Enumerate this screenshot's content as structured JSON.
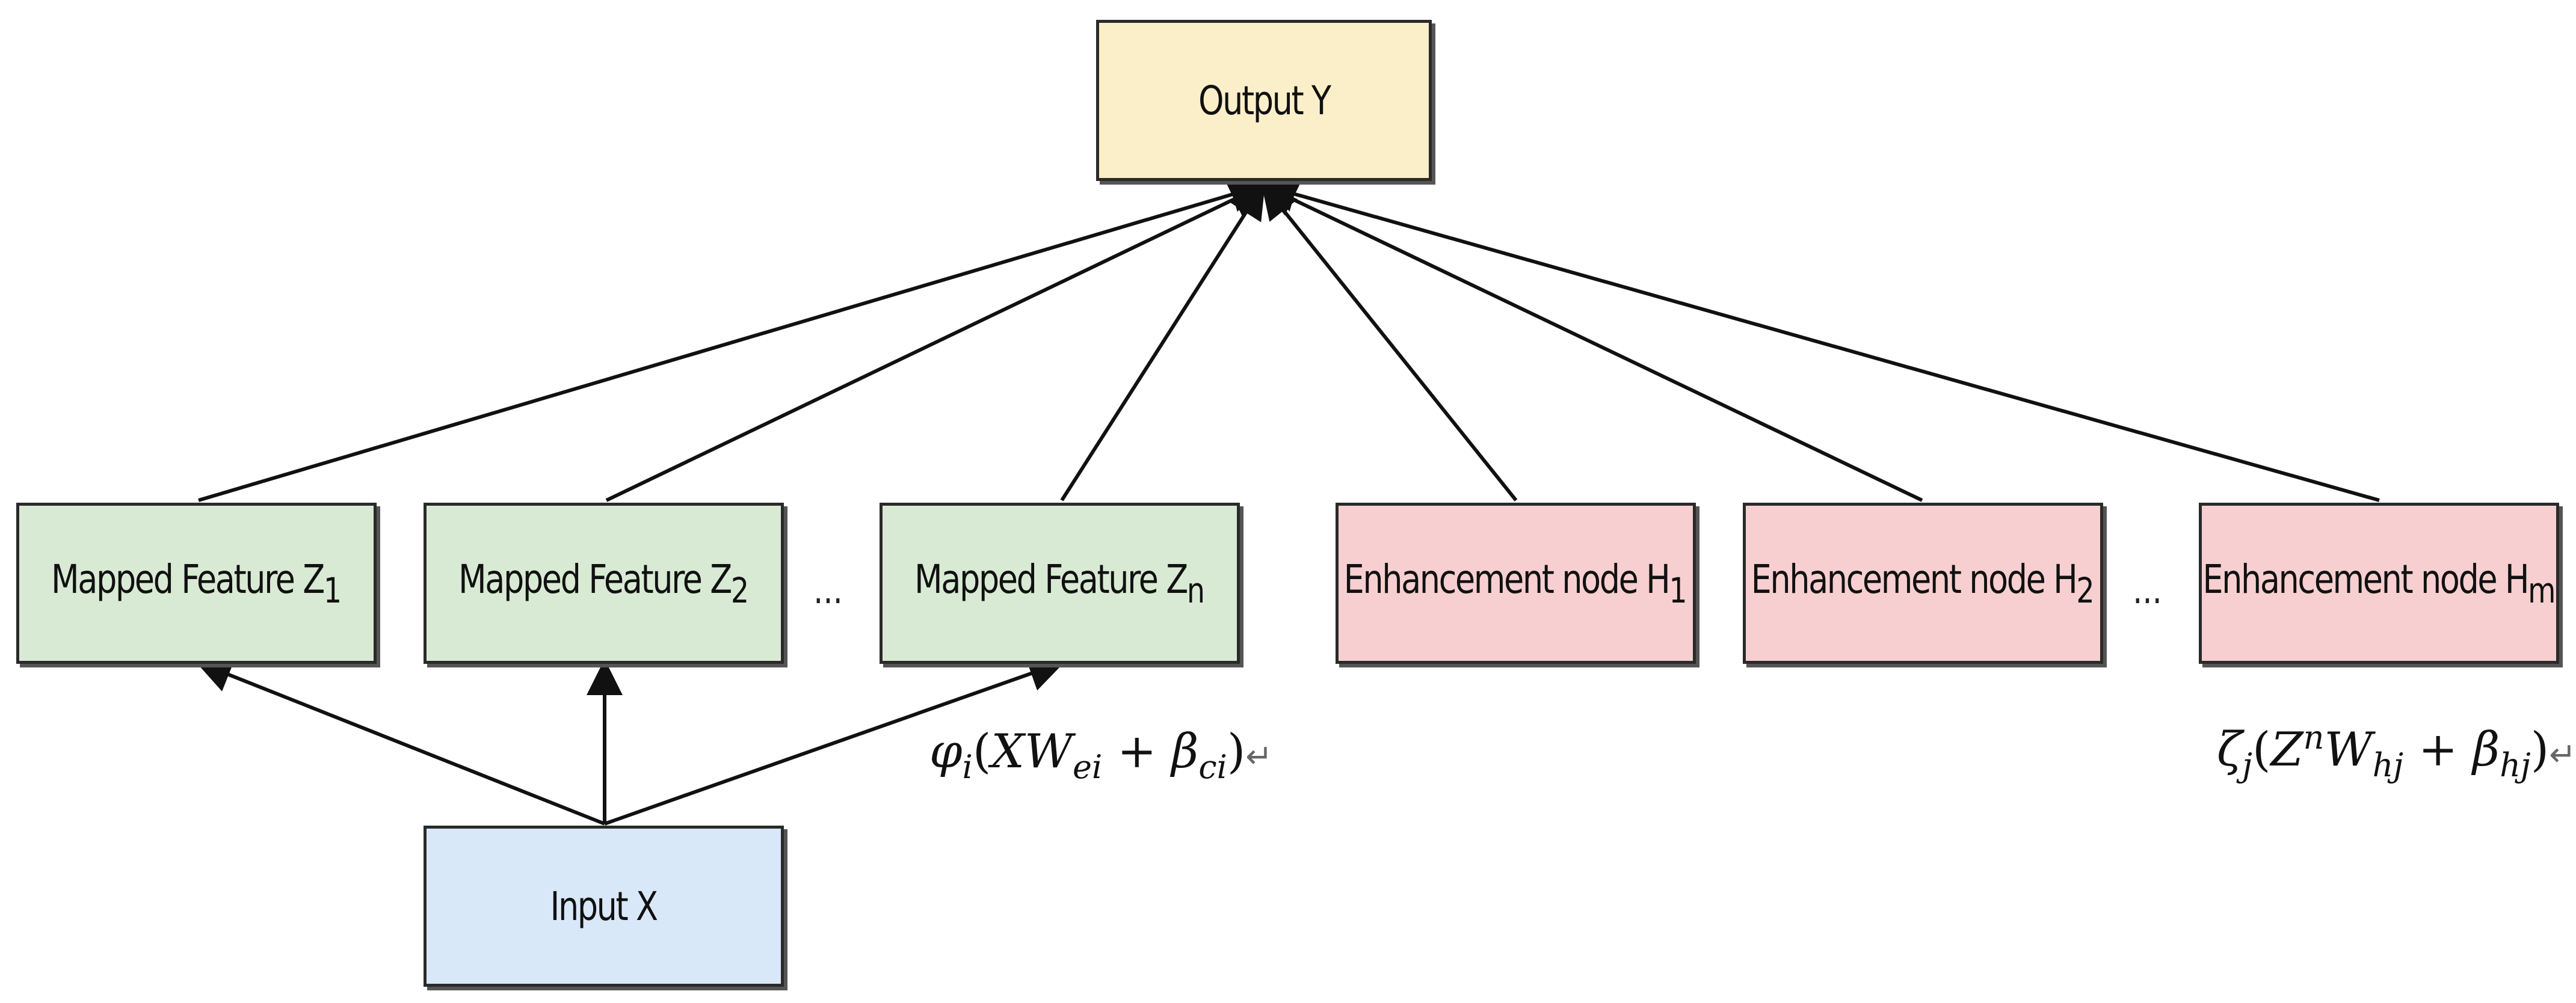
{
  "nodes": {
    "output": {
      "text": "Output Y"
    },
    "mapped": [
      {
        "text": "Mapped Feature Z",
        "sub": "1"
      },
      {
        "text": "Mapped Feature Z",
        "sub": "2"
      },
      {
        "text": "Mapped Feature Z",
        "sub": "n"
      }
    ],
    "enhancement": [
      {
        "text": "Enhancement node H",
        "sub": "1"
      },
      {
        "text": "Enhancement node H",
        "sub": "2"
      },
      {
        "text": "Enhancement node H",
        "sub": "m"
      }
    ],
    "input": {
      "text": "Input X"
    }
  },
  "ellipsis": "...",
  "formulas": {
    "mapping": {
      "fn": "φ",
      "fn_sub": "i",
      "open": "(",
      "var": "XW",
      "var_sub": "ei",
      "plus": " + ",
      "bias": "β",
      "bias_sub": "ci",
      "close": ")",
      "return_mark": "↵"
    },
    "enhancement": {
      "fn": "ζ",
      "fn_sub": "j",
      "open": "(",
      "var": "Z",
      "var_sup": "n",
      "weight": "W",
      "weight_sub": "hj",
      "plus": " + ",
      "bias": "β",
      "bias_sub": "hj",
      "close": ")",
      "return_mark": "↵"
    }
  },
  "colors": {
    "output": "#fbefc9",
    "mapped": "#d9ead4",
    "enhancement": "#f7cfd0",
    "input": "#d9e8f8"
  }
}
